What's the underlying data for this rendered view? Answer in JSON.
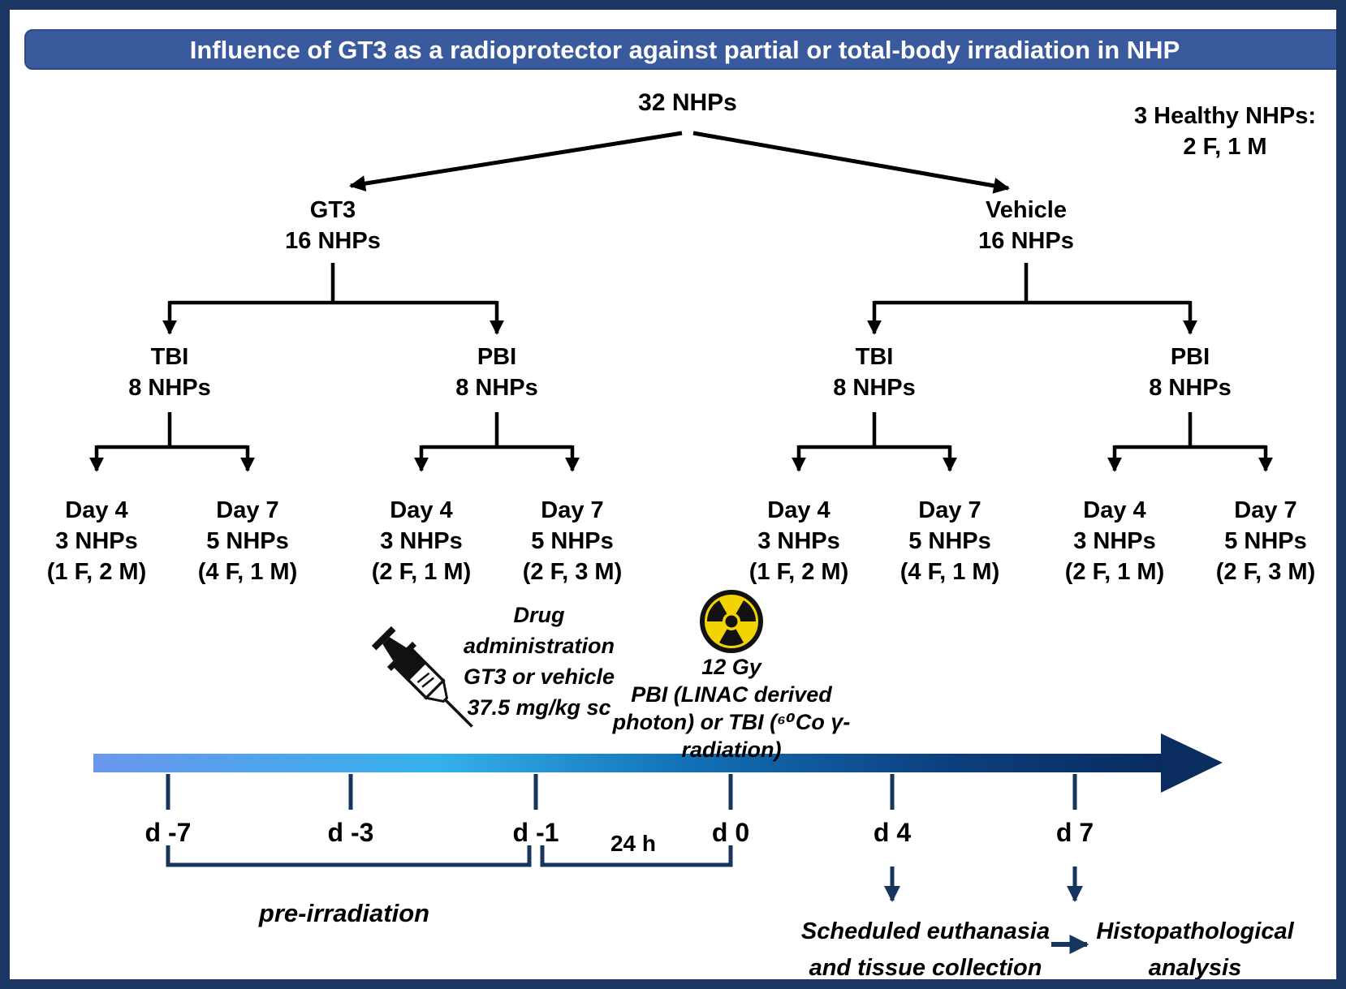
{
  "title": "Influence of GT3 as a radioprotector against partial or total-body irradiation in NHP",
  "healthy_note": {
    "line1": "3 Healthy NHPs:",
    "line2": "2 F, 1 M"
  },
  "tree": {
    "root_label": "32 NHPs",
    "arms": [
      {
        "label": "GT3",
        "count": "16 NHPs",
        "groups": [
          {
            "label": "TBI",
            "count": "8 NHPs",
            "timepoints": [
              {
                "day": "Day 4",
                "n": "3 NHPs",
                "sex": "(1 F, 2 M)"
              },
              {
                "day": "Day 7",
                "n": "5 NHPs",
                "sex": "(4 F, 1 M)"
              }
            ]
          },
          {
            "label": "PBI",
            "count": "8 NHPs",
            "timepoints": [
              {
                "day": "Day 4",
                "n": "3 NHPs",
                "sex": "(2 F, 1 M)"
              },
              {
                "day": "Day 7",
                "n": "5 NHPs",
                "sex": "(2 F, 3 M)"
              }
            ]
          }
        ]
      },
      {
        "label": "Vehicle",
        "count": "16 NHPs",
        "groups": [
          {
            "label": "TBI",
            "count": "8 NHPs",
            "timepoints": [
              {
                "day": "Day 4",
                "n": "3 NHPs",
                "sex": "(1 F, 2 M)"
              },
              {
                "day": "Day 7",
                "n": "5 NHPs",
                "sex": "(4 F, 1 M)"
              }
            ]
          },
          {
            "label": "PBI",
            "count": "8 NHPs",
            "timepoints": [
              {
                "day": "Day 4",
                "n": "3 NHPs",
                "sex": "(2 F, 1 M)"
              },
              {
                "day": "Day 7",
                "n": "5 NHPs",
                "sex": "(2 F, 3 M)"
              }
            ]
          }
        ]
      }
    ]
  },
  "annotations": {
    "drug": {
      "line1": "Drug",
      "line2": "administration",
      "line3": "GT3 or vehicle",
      "line4": "37.5 mg/kg sc"
    },
    "radiation": {
      "line1": "12 Gy",
      "line2": "PBI (LINAC derived",
      "line3": "photon) or TBI (⁶⁰Co γ-",
      "line4": "radiation)"
    }
  },
  "timeline": {
    "ticks": [
      "d -7",
      "d -3",
      "d -1",
      "d 0",
      "d 4",
      "d 7"
    ],
    "interval_label": "24 h",
    "pre_irradiation_label": "pre-irradiation",
    "euthanasia": {
      "line1": "Scheduled euthanasia",
      "line2": "and tissue collection"
    },
    "histopathology": {
      "line1": "Histopathological",
      "line2": "analysis"
    }
  },
  "colors": {
    "border_navy": "#1c3664",
    "title_bar_blue": "#3a5a9e",
    "timeline_navy": "#17365d",
    "timeline_gradient_start": "#6b97ee",
    "timeline_gradient_mid": "#35b1ee",
    "timeline_gradient_end": "#092c60",
    "radiation_yellow": "#f2d303",
    "tree_line_black": "#000000"
  }
}
